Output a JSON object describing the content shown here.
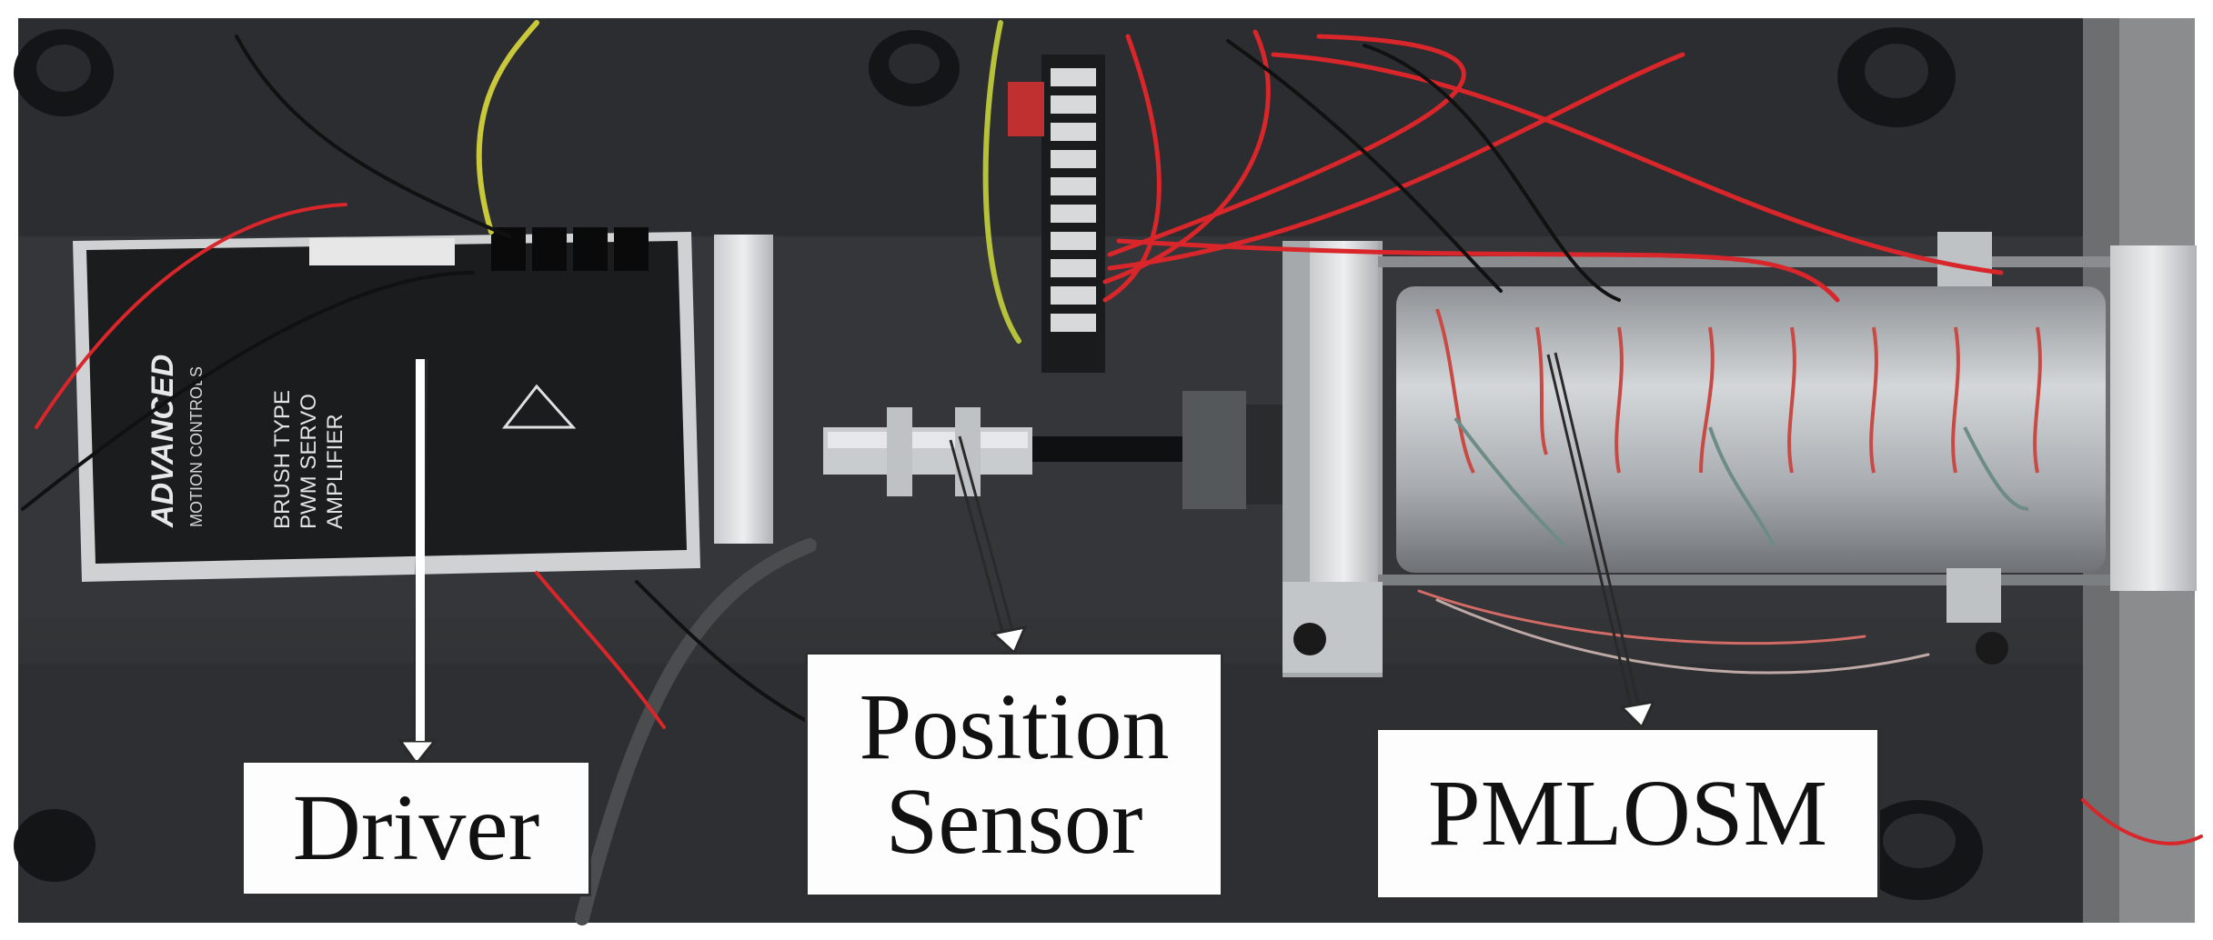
{
  "callouts": {
    "driver": {
      "label": "Driver"
    },
    "position_sensor": {
      "line1": "Position",
      "line2": "Sensor"
    },
    "pmlosm": {
      "label": "PMLOSM"
    }
  },
  "driver_panel": {
    "brand": "ADVANCED",
    "brand_sub": "MOTION CONTROLS",
    "product_line1": "BRUSH TYPE",
    "product_line2": "PWM SERVO",
    "product_line3": "AMPLIFIER"
  },
  "colors": {
    "bench": "#2f3133",
    "plate": "#3a3c3f",
    "driver_body": "#1b1c1e",
    "wire_red": "#d8262a",
    "wire_black": "#111111",
    "wire_yellow": "#c9c83a",
    "steel": "#b9bcbf",
    "coil_wire": "#c84a45"
  },
  "icons": {
    "warning": "high-voltage-icon"
  }
}
